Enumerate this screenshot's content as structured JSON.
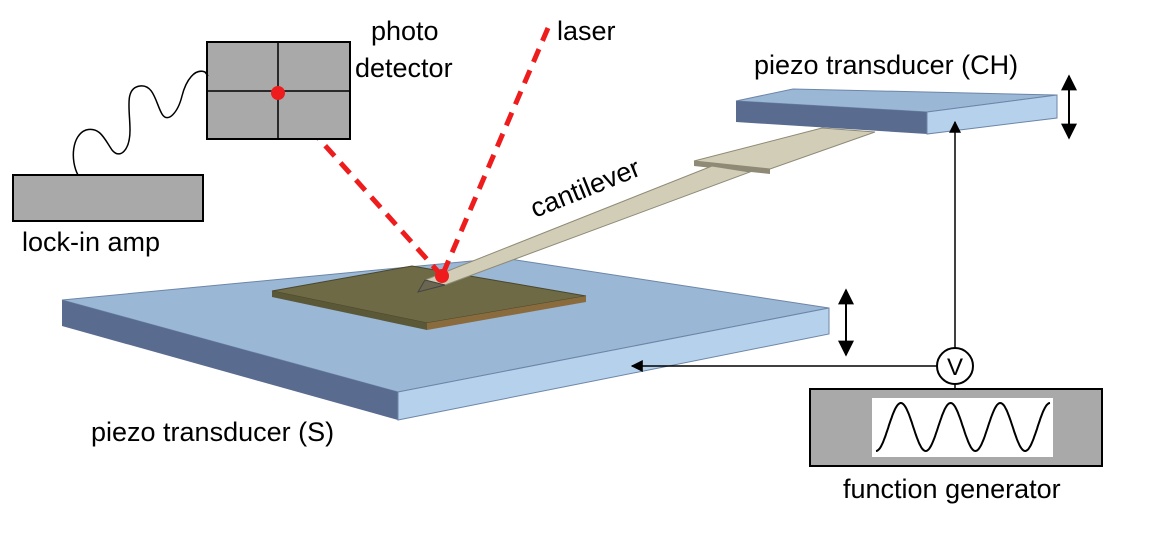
{
  "labels": {
    "photo_detector_line1": "photo",
    "photo_detector_line2": "detector",
    "laser": "laser",
    "piezo_ch": "piezo transducer (CH)",
    "cantilever": "cantilever",
    "lockin": "lock-in amp",
    "piezo_s": "piezo transducer (S)",
    "voltmeter": "V",
    "function_generator": "function generator"
  },
  "colors": {
    "laser": "#ee1c1c",
    "piezo_top": "#9ab7d6",
    "piezo_front": "#b6d1ec",
    "piezo_side": "#5a6b90",
    "sample_top": "#6e6a45",
    "sample_edge": "#8a6b3e",
    "cantilever_top": "#d2cdb6",
    "cantilever_side": "#8e8a76",
    "box_fill": "#a9a9a9",
    "wire": "#000000"
  },
  "icons": {
    "voltmeter": "voltmeter-circle-icon",
    "arrow": "double-headed-arrow-icon",
    "wave": "sine-wave-icon"
  }
}
